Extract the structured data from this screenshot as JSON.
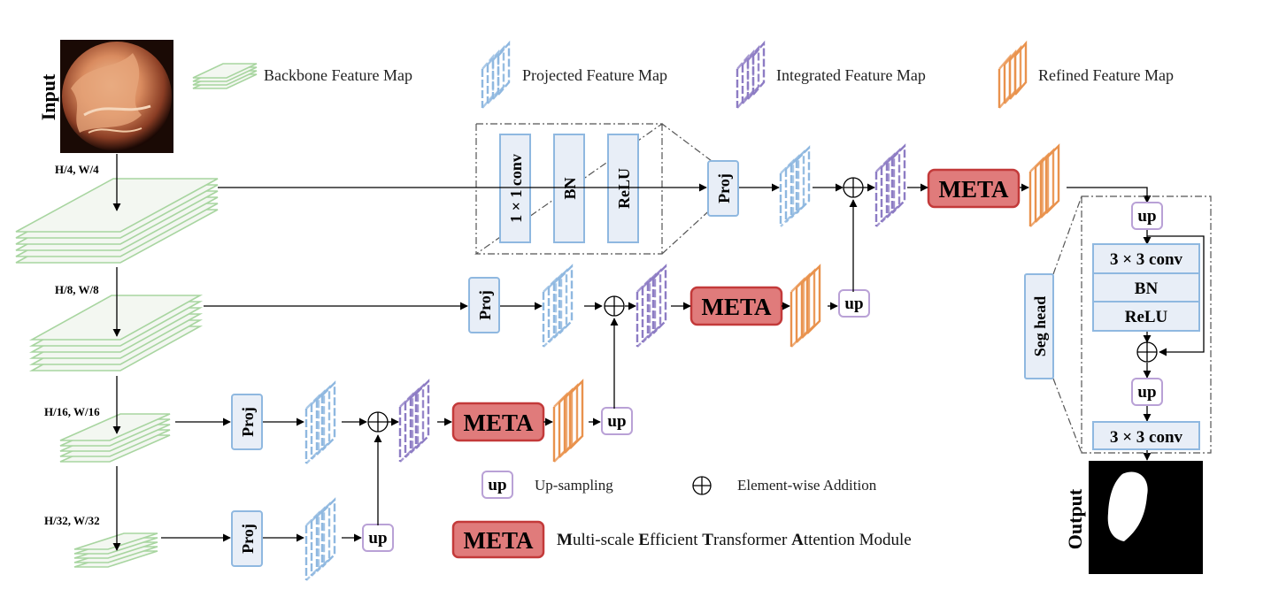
{
  "input_label": "Input",
  "output_label": "Output",
  "scale_labels": [
    "H/4, W/4",
    "H/8, W/8",
    "H/16, W/16",
    "H/32, W/32"
  ],
  "legend": {
    "backbone": "Backbone Feature Map",
    "projected": "Projected Feature Map",
    "integrated": "Integrated Feature Map",
    "refined": "Refined Feature Map",
    "up_symbol": "up",
    "up_sampling": "Up-sampling",
    "addition": "Element-wise Addition",
    "meta_tag": "META",
    "meta_parts": [
      {
        "initial": "M",
        "rest": "ulti-scale "
      },
      {
        "initial": "E",
        "rest": "fficient "
      },
      {
        "initial": "T",
        "rest": "ransformer "
      },
      {
        "initial": "A",
        "rest": "ttention Module"
      }
    ]
  },
  "proj_detail": [
    "1 × 1 conv",
    "BN",
    "ReLU"
  ],
  "proj_label": "Proj",
  "up_label": "up",
  "meta_label": "META",
  "seg_head": {
    "title": "Seg head",
    "conv1": "3 × 3 conv",
    "bn": "BN",
    "relu": "ReLU",
    "conv2": "3 × 3 conv",
    "up": "up"
  },
  "colors": {
    "backbone_stroke": "#a8d5a0",
    "backbone_fill": "#f3f7f1",
    "projected": "#8fb8e0",
    "integrated": "#8d7cc4",
    "refined": "#e9924d",
    "meta_fill": "#e07b7b",
    "meta_stroke": "#c33a3a",
    "proj_stroke": "#8fb8e0",
    "up_stroke": "#b9a1d6",
    "detail_fill": "#e8eef7"
  }
}
